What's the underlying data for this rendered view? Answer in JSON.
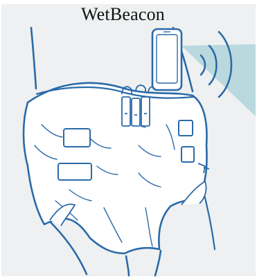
{
  "figure": {
    "title": "WetBeacon",
    "stroke_color": "#2a6aa8",
    "fill_color": "#ffffff",
    "background_color": "#eef0f1",
    "signal_beam_color": "#b9d9de"
  },
  "parts": {
    "phone": "smartphone-icon",
    "signal": "wireless-signal-icon",
    "sensor_clips": "sensor-clip-icon",
    "diaper": "adult-diaper",
    "tabs": "adhesive-tab"
  }
}
